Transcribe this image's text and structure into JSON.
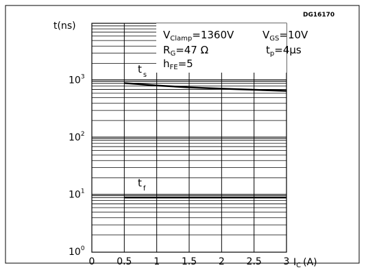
{
  "chart_data": {
    "type": "line",
    "figure_code": "DG16170",
    "xlabel": {
      "symbol": "I",
      "subscript": "C",
      "unit": "(A)"
    },
    "ylabel": "t(ns)",
    "x_ticks": [
      "0",
      "0.5",
      "1",
      "1.5",
      "2",
      "2.5",
      "3"
    ],
    "y_ticks": [
      {
        "base": "10",
        "exp": "0"
      },
      {
        "base": "10",
        "exp": "1"
      },
      {
        "base": "10",
        "exp": "2"
      },
      {
        "base": "10",
        "exp": "3"
      }
    ],
    "xlim": [
      0,
      3
    ],
    "ylim": [
      1,
      10000
    ],
    "y_scale": "log",
    "grid": true,
    "conditions": [
      {
        "main": "V",
        "sub": "Clamp",
        "rest": "=1360V"
      },
      {
        "main": "R",
        "sub": "G",
        "rest": "=47 Ω"
      },
      {
        "main": "h",
        "sub": "FE",
        "rest": "=5"
      },
      {
        "main": "V",
        "sub": "GS",
        "rest": "=10V"
      },
      {
        "main": "t",
        "sub": "p",
        "rest": "=4μs"
      }
    ],
    "series": [
      {
        "name": "ts",
        "main": "t",
        "sub": "s",
        "x": [
          0.5,
          1.0,
          1.5,
          2.0,
          2.5,
          3.0
        ],
        "y": [
          900,
          820,
          760,
          720,
          690,
          660
        ]
      },
      {
        "name": "tf",
        "main": "t",
        "sub": "f",
        "x": [
          0.5,
          1.0,
          1.5,
          2.0,
          2.5,
          3.0
        ],
        "y": [
          9,
          9,
          9,
          9,
          9,
          9
        ]
      }
    ],
    "colors": {
      "line": "#000000",
      "grid": "#000000",
      "background": "#ffffff"
    }
  }
}
